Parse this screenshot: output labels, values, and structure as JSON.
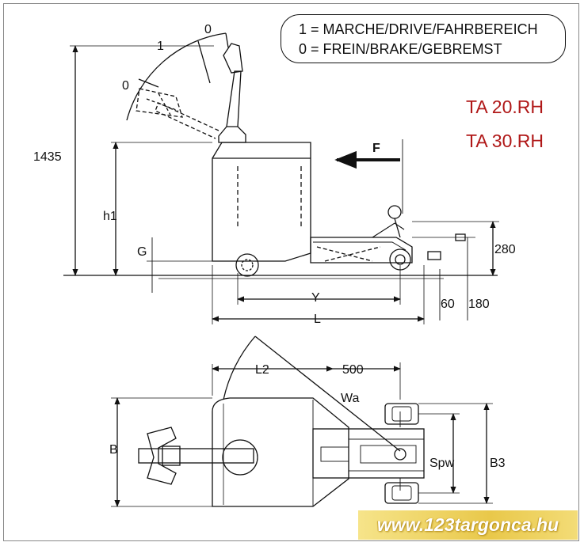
{
  "legend": {
    "line1": "1 = MARCHE/DRIVE/FAHRBEREICH",
    "line2": "0 = FREIN/BRAKE/GEBREMST"
  },
  "models": {
    "model1": "TA 20.RH",
    "model2": "TA 30.RH"
  },
  "colors": {
    "model_text": "#b01818",
    "line": "#111111",
    "banner": "#e9c84a"
  },
  "side_view": {
    "arc_labels": {
      "zero_top": "0",
      "one": "1",
      "zero_left": "0"
    },
    "height_total": "1435",
    "height_h1": "h1",
    "ground_clearance": "G",
    "fork_height": "280",
    "force_label": "F",
    "length_y": "Y",
    "length_l": "L",
    "fork_lowered": "60",
    "fork_raised": "180"
  },
  "top_view": {
    "l2": "L2",
    "dim_500": "500",
    "turning_radius": "Wa",
    "width_b": "B",
    "spw": "Spw",
    "b3": "B3"
  },
  "banner": "www.123targonca.hu"
}
